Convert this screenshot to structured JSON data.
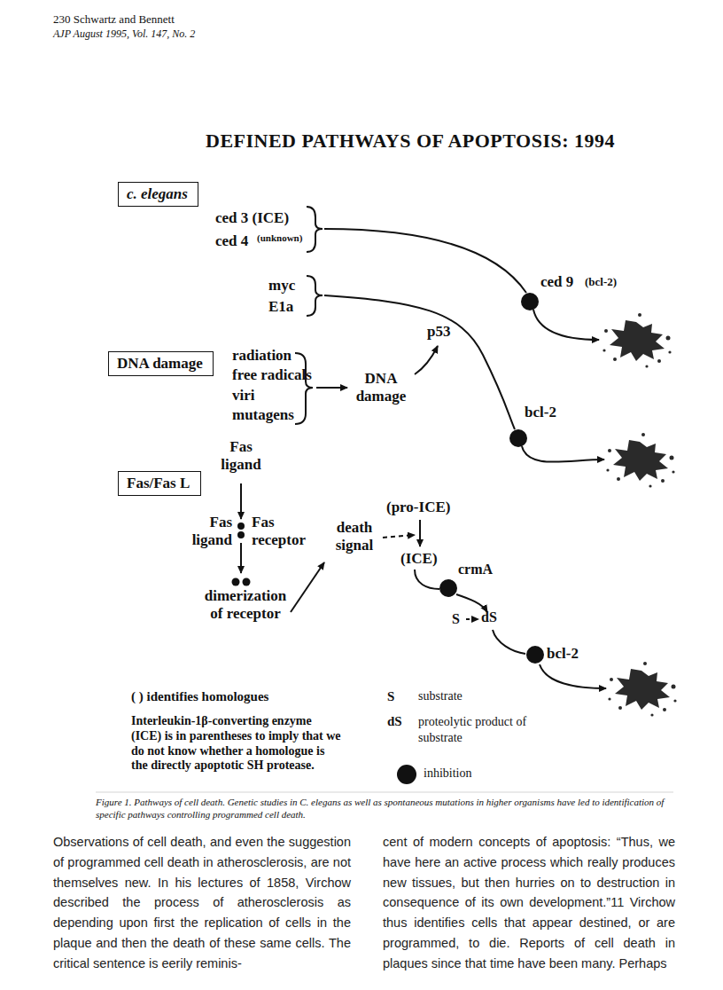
{
  "diagram": {
    "title": "DEFINED PATHWAYS OF APOPTOSIS: 1994",
    "caption": "Figure 1. Pathways of cell death. Genetic studies in C. elegans as well as spontaneous mutations in higher organisms have led to identification of specific pathways controlling programmed cell death.",
    "nodes": [
      {
        "text": [
          "c. elegans"
        ]
      },
      {
        "text": [
          "DNA damage"
        ]
      },
      {
        "text": [
          "Fas/Fas L"
        ]
      }
    ],
    "labels": [
      "230 Schwartz and Bennett",
      "AJP August 1995, Vol. 147, No. 2",
      "ced 3 (ICE)",
      "ced 4",
      "(unknown)",
      "myc",
      "E1a",
      "ced 9",
      "(bcl-2)",
      "p53",
      "radiation",
      "free radicals",
      "viri",
      "mutagens",
      "DNA damage",
      "bcl-2",
      "Fas ligand",
      "Fas ligand",
      "Fas receptor",
      "dimerization of receptor",
      "death signal",
      "(pro-ICE)",
      "(ICE)",
      "crmA",
      "S",
      "dS",
      "bcl-2",
      "( ) identifies homologues",
      "Interleukin-1β-converting enzyme (ICE) is in parentheses to imply that we do not know whether a homologue is the directly apoptotic SH protease.",
      "S",
      "substrate",
      "dS",
      "proteolytic product of substrate",
      "Observations of cell death, and even the suggestion of programmed cell death in atherosclerosis, are not themselves new. In his lectures of 1858, Virchow described the process of atherosclerosis as depending upon first the replication of cells in the plaque and then the death of these same cells. The critical sentence is eerily reminis-",
      "cent of modern concepts of apoptosis: “Thus, we have here an active process which really produces new tissues, but then hurries on to destruction in consequence of its own development.”11 Virchow thus identifies cells that appear destined, or are programmed, to die. Reports of cell death in plaques since that time have been many. Perhaps"
    ],
    "legend": [
      {
        "text": "inhibition",
        "color": "#111111"
      }
    ]
  }
}
